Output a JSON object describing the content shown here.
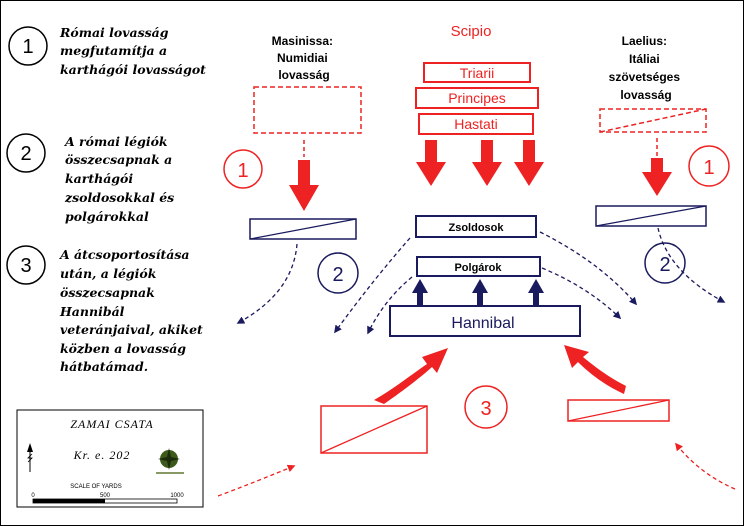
{
  "colors": {
    "roman": "#ee2222",
    "carthage": "#1a1a5e",
    "ink": "#000000"
  },
  "legend": [
    {
      "num": "1",
      "lines": [
        "Római lovasság",
        "megfutamítja a",
        "karthágói lovasságot"
      ]
    },
    {
      "num": "2",
      "lines": [
        "A római légiók",
        "összecsapnak a",
        "karthágói",
        "zsoldosokkal és",
        "polgárokkal"
      ]
    },
    {
      "num": "3",
      "lines": [
        "A átcsoportosítása",
        "után, a légiók",
        "összecsapnak",
        "Hannibál",
        "veteránjaival, akiket",
        "közben a lovasság",
        "hátbatámad."
      ]
    }
  ],
  "roman": {
    "commander": "Scipio",
    "lines": [
      "Triarii",
      "Principes",
      "Hastati"
    ],
    "left_cavalry": [
      "Masinissa:",
      "Numidiai",
      "lovasság"
    ],
    "right_cavalry": [
      "Laelius:",
      "Itáliai",
      "szövetséges",
      "lovasság"
    ]
  },
  "carthage": {
    "mercenaries": "Zsoldosok",
    "citizens": "Polgárok",
    "veterans": "Hannibal"
  },
  "phase_markers": {
    "left_1": "1",
    "right_1": "1",
    "left_2": "2",
    "right_2": "2",
    "center_3": "3"
  },
  "map_box": {
    "title": "ZAMAI CSATA",
    "date": "Kr. e. 202",
    "scale_label": "SCALE OF YARDS",
    "scale_ticks": [
      "0",
      "500",
      "1000"
    ]
  }
}
